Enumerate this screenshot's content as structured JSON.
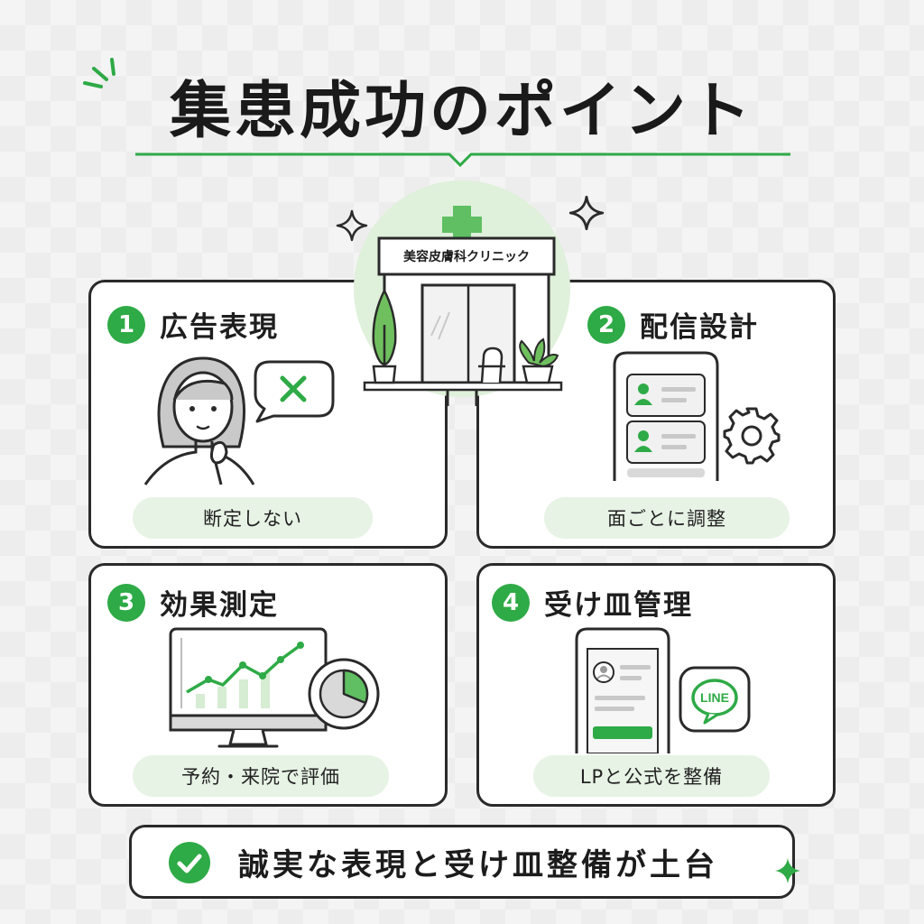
{
  "title": "集患成功のポイント",
  "clinic": {
    "sign": "美容皮膚科クリニック"
  },
  "cards": [
    {
      "number": "1",
      "title": "広告表現",
      "caption": "断定しない"
    },
    {
      "number": "2",
      "title": "配信設計",
      "caption": "面ごとに調整"
    },
    {
      "number": "3",
      "title": "効果測定",
      "caption": "予約・来院で評価"
    },
    {
      "number": "4",
      "title": "受け皿管理",
      "caption": "LPと公式を整備",
      "line_logo": "LINE"
    }
  ],
  "banner": {
    "text": "誠実な表現と受け皿整備が土台"
  },
  "colors": {
    "accent": "#2eaa46",
    "accent_light": "#e7f3e5",
    "outline": "#2a2a2a"
  },
  "icons": [
    "sparkle-icon",
    "medical-cross-icon",
    "clinic-building-icon",
    "woman-thinking-icon",
    "cross-mark-icon",
    "smartphone-icon",
    "user-icon",
    "gear-icon",
    "monitor-chart-icon",
    "pie-chart-icon",
    "line-app-icon",
    "check-circle-icon"
  ]
}
